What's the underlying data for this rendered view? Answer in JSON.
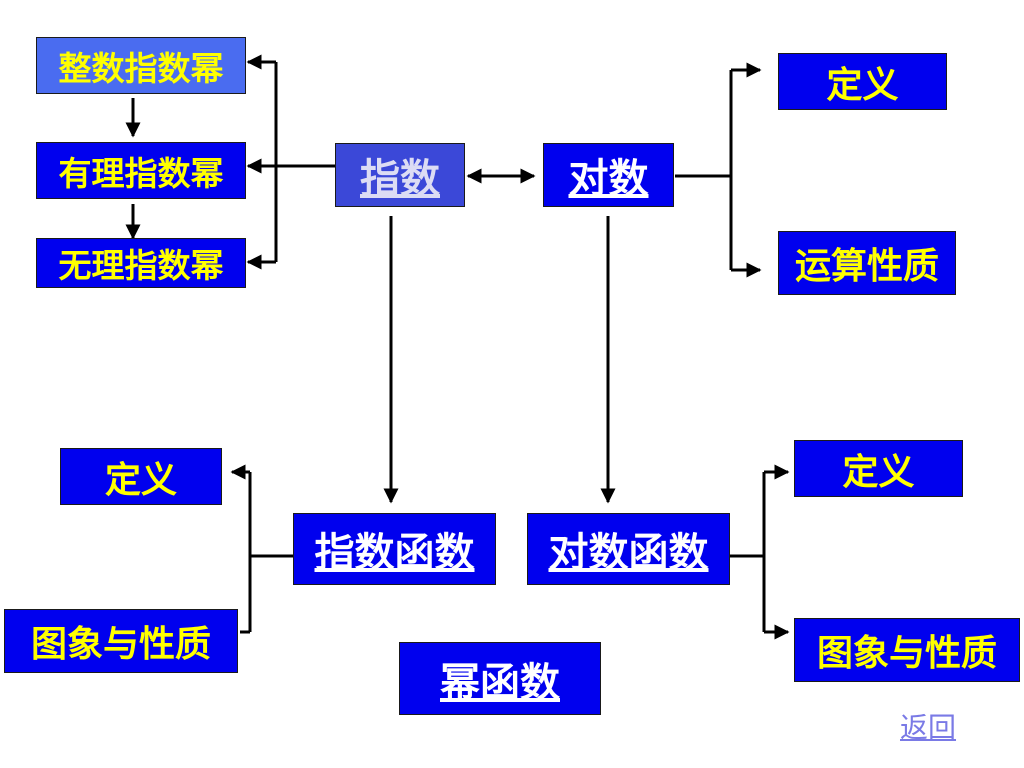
{
  "nodes": {
    "integer_power": "整数指数幂",
    "rational_power": "有理指数幂",
    "irrational_power": "无理指数幂",
    "exponent": "指数",
    "logarithm": "对数",
    "log_definition": "定义",
    "log_operation_props": "运算性质",
    "exp_fn_definition": "定义",
    "exp_fn_graph_props": "图象与性质",
    "exp_function": "指数函数",
    "log_function": "对数函数",
    "log_fn_definition": "定义",
    "log_fn_graph_props": "图象与性质",
    "power_function": "幂函数"
  },
  "nav": {
    "back_label": "返回"
  },
  "colors": {
    "box_fill": "#0000ee",
    "box_fill_light": "#4a6cf0",
    "label_text": "#ffff00",
    "link_text": "#ffffff",
    "back_link": "#7a7ae6"
  }
}
